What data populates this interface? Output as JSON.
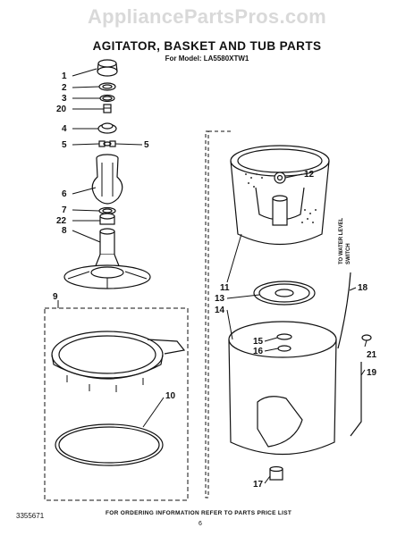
{
  "watermark": "AppliancePartsPros.com",
  "header": {
    "title": "AGITATOR, BASKET AND TUB PARTS",
    "model": "For Model: LA5580XTW1"
  },
  "footer": {
    "doc_number": "3355671",
    "note": "FOR ORDERING INFORMATION REFER TO PARTS PRICE LIST",
    "page": "6"
  },
  "annotation": {
    "water_level_switch": [
      "TO WATER LEVEL",
      "SWITCH"
    ]
  },
  "callouts": [
    "1",
    "2",
    "3",
    "20",
    "4",
    "5",
    "5",
    "6",
    "7",
    "22",
    "8",
    "9",
    "10",
    "11",
    "12",
    "13",
    "14",
    "15",
    "16",
    "17",
    "18",
    "19",
    "21"
  ]
}
